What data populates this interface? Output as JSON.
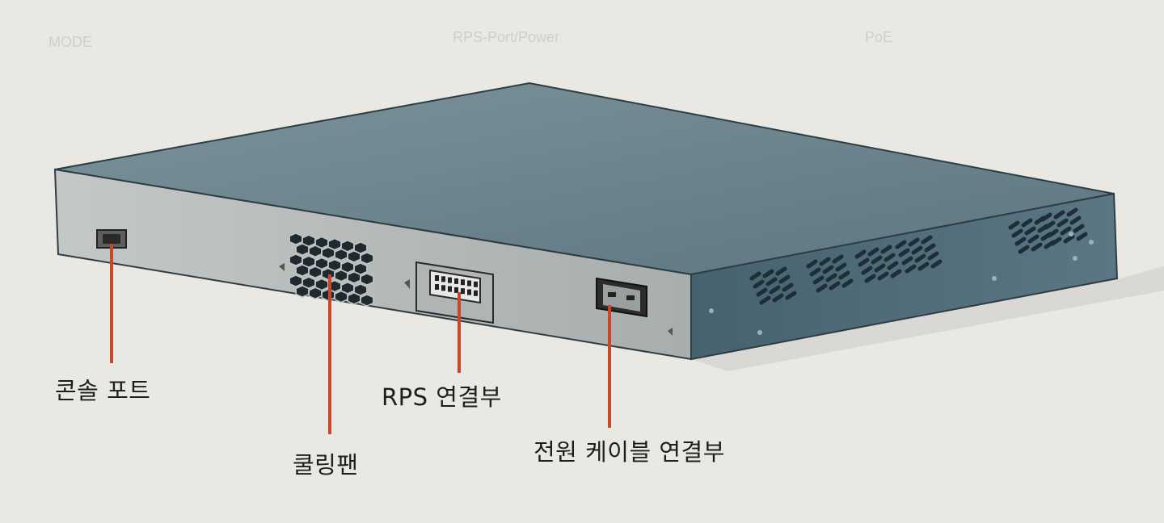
{
  "background_text": {
    "left": "MODE",
    "middle": "RPS-Port/Power",
    "right": "PoE"
  },
  "callouts": {
    "console_port": "콘솔 포트",
    "cooling_fan": "쿨링팬",
    "rps_connector": "RPS 연결부",
    "power_cable_connector": "전원 케이블 연결부"
  },
  "colors": {
    "leader_line": "#c8462a",
    "chassis_top": "#687f88",
    "chassis_rear": "#b6bbb9",
    "chassis_side": "#51707d"
  }
}
